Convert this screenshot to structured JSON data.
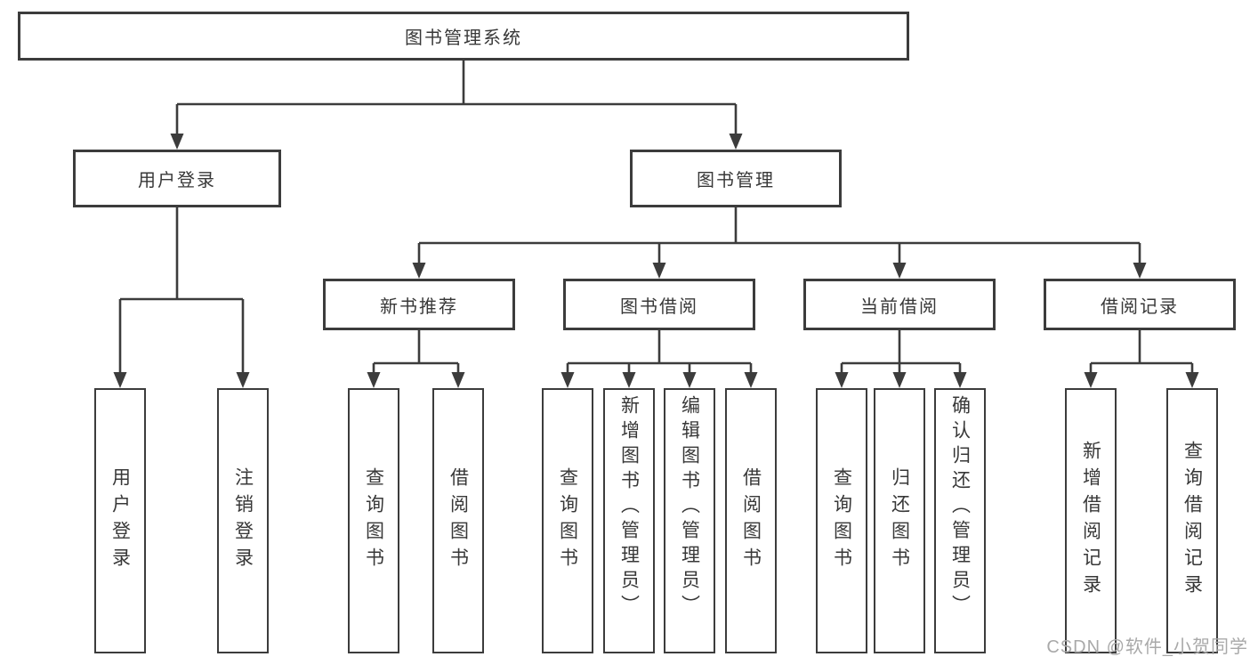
{
  "tree": {
    "root": {
      "label": "图书管理系统",
      "children": [
        {
          "label": "用户登录",
          "children": [
            {
              "label": "用户登录"
            },
            {
              "label": "注销登录"
            }
          ]
        },
        {
          "label": "图书管理",
          "children": [
            {
              "label": "新书推荐",
              "children": [
                {
                  "label": "查询图书"
                },
                {
                  "label": "借阅图书"
                }
              ]
            },
            {
              "label": "图书借阅",
              "children": [
                {
                  "label": "查询图书"
                },
                {
                  "label": "新增图书（管理员）"
                },
                {
                  "label": "编辑图书（管理员）"
                },
                {
                  "label": "借阅图书"
                }
              ]
            },
            {
              "label": "当前借阅",
              "children": [
                {
                  "label": "查询图书"
                },
                {
                  "label": "归还图书"
                },
                {
                  "label": "确认归还（管理员）"
                }
              ]
            },
            {
              "label": "借阅记录",
              "children": [
                {
                  "label": "新增借阅记录"
                },
                {
                  "label": "查询借阅记录"
                }
              ]
            }
          ]
        }
      ]
    }
  },
  "watermark": {
    "text": "CSDN @软件_小贺同学"
  },
  "colors": {
    "line": "#3c3c3c",
    "text": "#383838",
    "background": "#ffffff",
    "watermark": "#a9a9a9"
  }
}
